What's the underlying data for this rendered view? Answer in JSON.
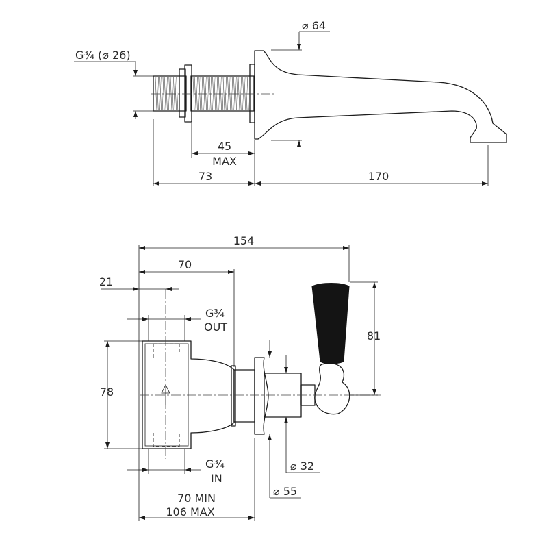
{
  "spout_view": {
    "thread_size": "G¾ (⌀ 26)",
    "dia_64": "⌀ 64",
    "len_45": "45",
    "len_45_note": "MAX",
    "len_73": "73",
    "len_170": "170"
  },
  "valve_view": {
    "width_154": "154",
    "width_70": "70",
    "offset_21": "21",
    "out_thread": "G¾",
    "out_label": "OUT",
    "height_78": "78",
    "height_81": "81",
    "in_thread": "G¾",
    "in_label": "IN",
    "dia_32": "⌀ 32",
    "dia_55": "⌀ 55",
    "depth_min": "70 MIN",
    "depth_max": "106 MAX"
  }
}
